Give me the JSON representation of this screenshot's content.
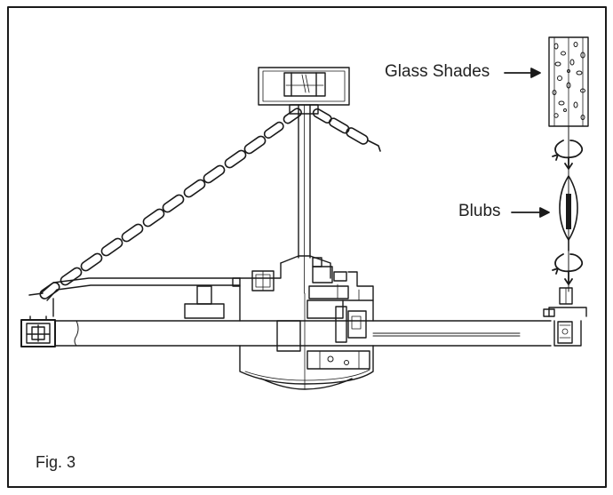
{
  "labels": {
    "glass_shades": "Glass Shades",
    "bulbs": "Blubs",
    "figure": "Fig. 3"
  }
}
